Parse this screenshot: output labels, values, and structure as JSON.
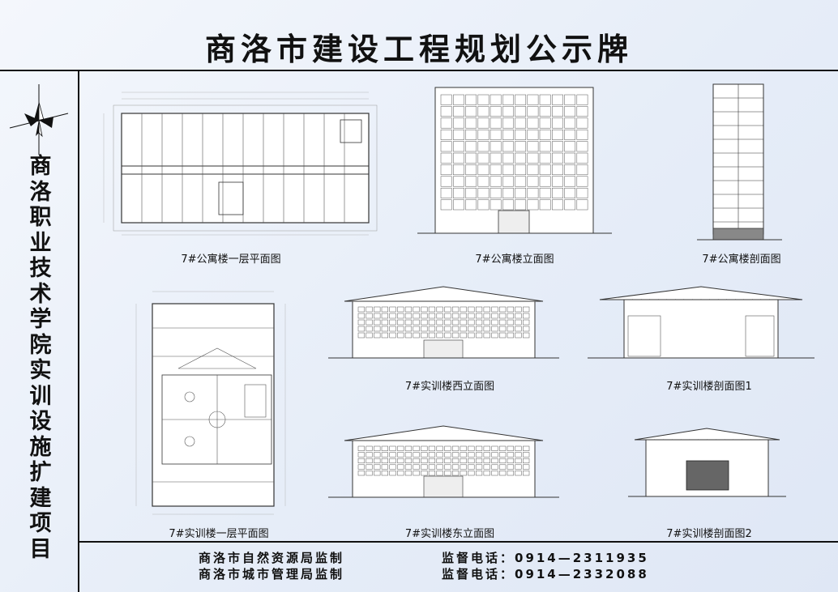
{
  "header": {
    "title": "商洛市建设工程规划公示牌"
  },
  "sidebar": {
    "project_name": "商洛职业技术学院实训设施扩建项目"
  },
  "drawings": {
    "d1": "7#公寓楼一层平面图",
    "d2": "7#公寓楼立面图",
    "d3": "7#公寓楼剖面图",
    "d4": "7#实训楼一层平面图",
    "d5": "7#实训楼西立面图",
    "d6": "7#实训楼剖面图1",
    "d7": "7#实训楼东立面图",
    "d8": "7#实训楼剖面图2"
  },
  "footer": {
    "supervisor_1": "商洛市自然资源局监制",
    "supervisor_2": "商洛市城市管理局监制",
    "phone_1": "监督电话：0914—2311935",
    "phone_2": "监督电话：0914—2332088"
  }
}
